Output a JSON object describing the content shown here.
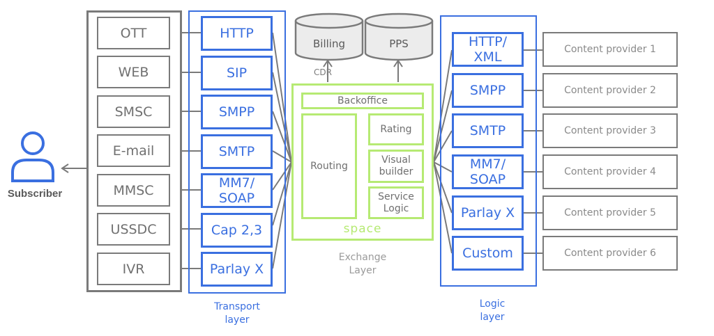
{
  "subscriber": {
    "label": "Subscriber",
    "icon": "user-icon"
  },
  "channels": [
    "OTT",
    "WEB",
    "SMSC",
    "E-mail",
    "MMSC",
    "USSDC",
    "IVR"
  ],
  "transport": {
    "items": [
      "HTTP",
      "SIP",
      "SMPP",
      "SMTP",
      "MM7/\nSOAP",
      "Cap 2,3",
      "Parlay X"
    ],
    "caption": "Transport\nlayer"
  },
  "databases": {
    "billing": "Billing",
    "pps": "PPS",
    "cdr": "CDR"
  },
  "exchange": {
    "backoffice": "Backoffice",
    "routing": "Routing",
    "rating": "Rating",
    "visual_builder": "Visual\nbuilder",
    "service_logic": "Service\nLogic",
    "brand": "space",
    "caption": "Exchange\nLayer"
  },
  "logic": {
    "items": [
      "HTTP/\nXML",
      "SMPP",
      "SMTP",
      "MM7/\nSOAP",
      "Parlay X",
      "Custom"
    ],
    "caption": "Logic\nlayer"
  },
  "providers": [
    "Content provider 1",
    "Content provider 2",
    "Content provider 3",
    "Content provider 4",
    "Content provider 5",
    "Content provider 6"
  ],
  "colors": {
    "blue": "#3a6fe0",
    "gray": "#7a7a7a",
    "green": "#b6ea73",
    "db_fill": "#ececec"
  }
}
